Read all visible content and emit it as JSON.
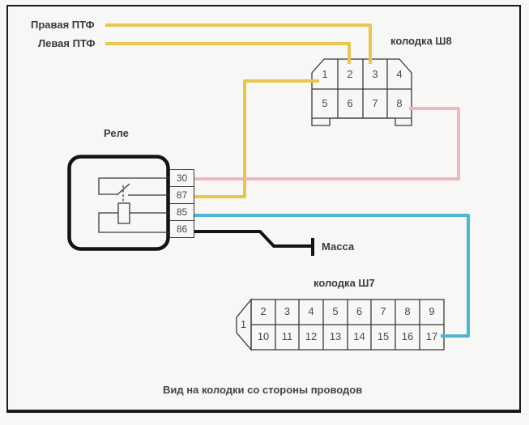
{
  "labels": {
    "right_fog": "Правая ПТФ",
    "left_fog": "Левая ПТФ",
    "relay": "Реле",
    "ground": "Масса",
    "connector_sh8": "колодка Ш8",
    "connector_sh7": "колодка Ш7",
    "caption": "Вид на колодки со стороны проводов"
  },
  "relay": {
    "pins": [
      "30",
      "87",
      "85",
      "86"
    ]
  },
  "sh8": {
    "pins": [
      "1",
      "2",
      "3",
      "4",
      "5",
      "6",
      "7",
      "8"
    ]
  },
  "sh7": {
    "pin_first": "1",
    "row_top": [
      "2",
      "3",
      "4",
      "5",
      "6",
      "7",
      "8",
      "9"
    ],
    "row_bottom": [
      "10",
      "11",
      "12",
      "13",
      "14",
      "15",
      "16",
      "17"
    ]
  },
  "wires": {
    "yellow": "#e9c64e",
    "pink": "#f0b6c0",
    "cyan": "#4fb6d2",
    "black": "#141414",
    "outline": "#3a3a3a"
  }
}
